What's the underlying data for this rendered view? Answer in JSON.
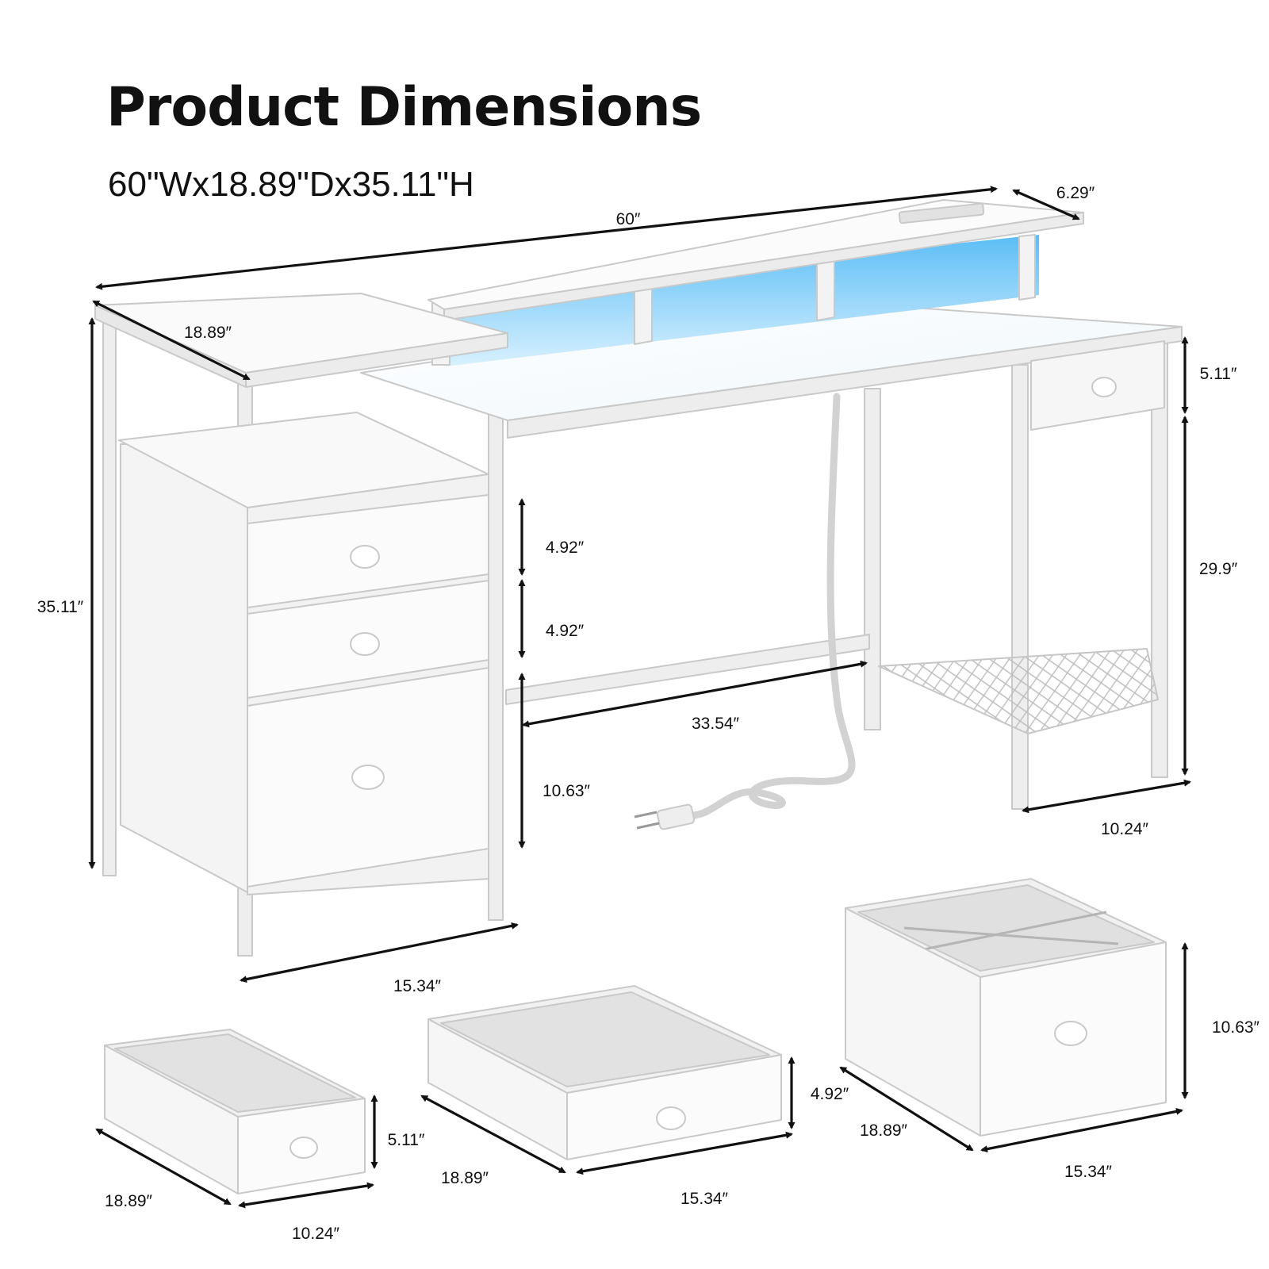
{
  "heading": {
    "title": "Product Dimensions",
    "subtitle": "60\"Wx18.89\"Dx35.11\"H"
  },
  "dimensions": {
    "desk_width": "60″",
    "hutch_depth": "6.29″",
    "desk_depth": "18.89″",
    "total_height": "35.11″",
    "small_drawer_height": "5.11″",
    "desk_leg_height": "29.9″",
    "drawer1_height": "4.92″",
    "drawer2_height": "4.92″",
    "leg_span": "33.54″",
    "file_drawer_height": "10.63″",
    "right_unit_width": "10.24″",
    "cabinet_width": "15.34″"
  },
  "drawers": {
    "small": {
      "depth": "18.89″",
      "width": "10.24″",
      "height": "5.11″"
    },
    "medium": {
      "depth": "18.89″",
      "width": "15.34″",
      "height": "4.92″"
    },
    "file": {
      "depth": "18.89″",
      "width": "15.34″",
      "height": "10.63″"
    }
  },
  "colors": {
    "led": "#8fd8ff",
    "white": "#f7f7f7",
    "frame": "#e6e6e6",
    "outline": "#c9c9c9",
    "ink": "#111111"
  }
}
